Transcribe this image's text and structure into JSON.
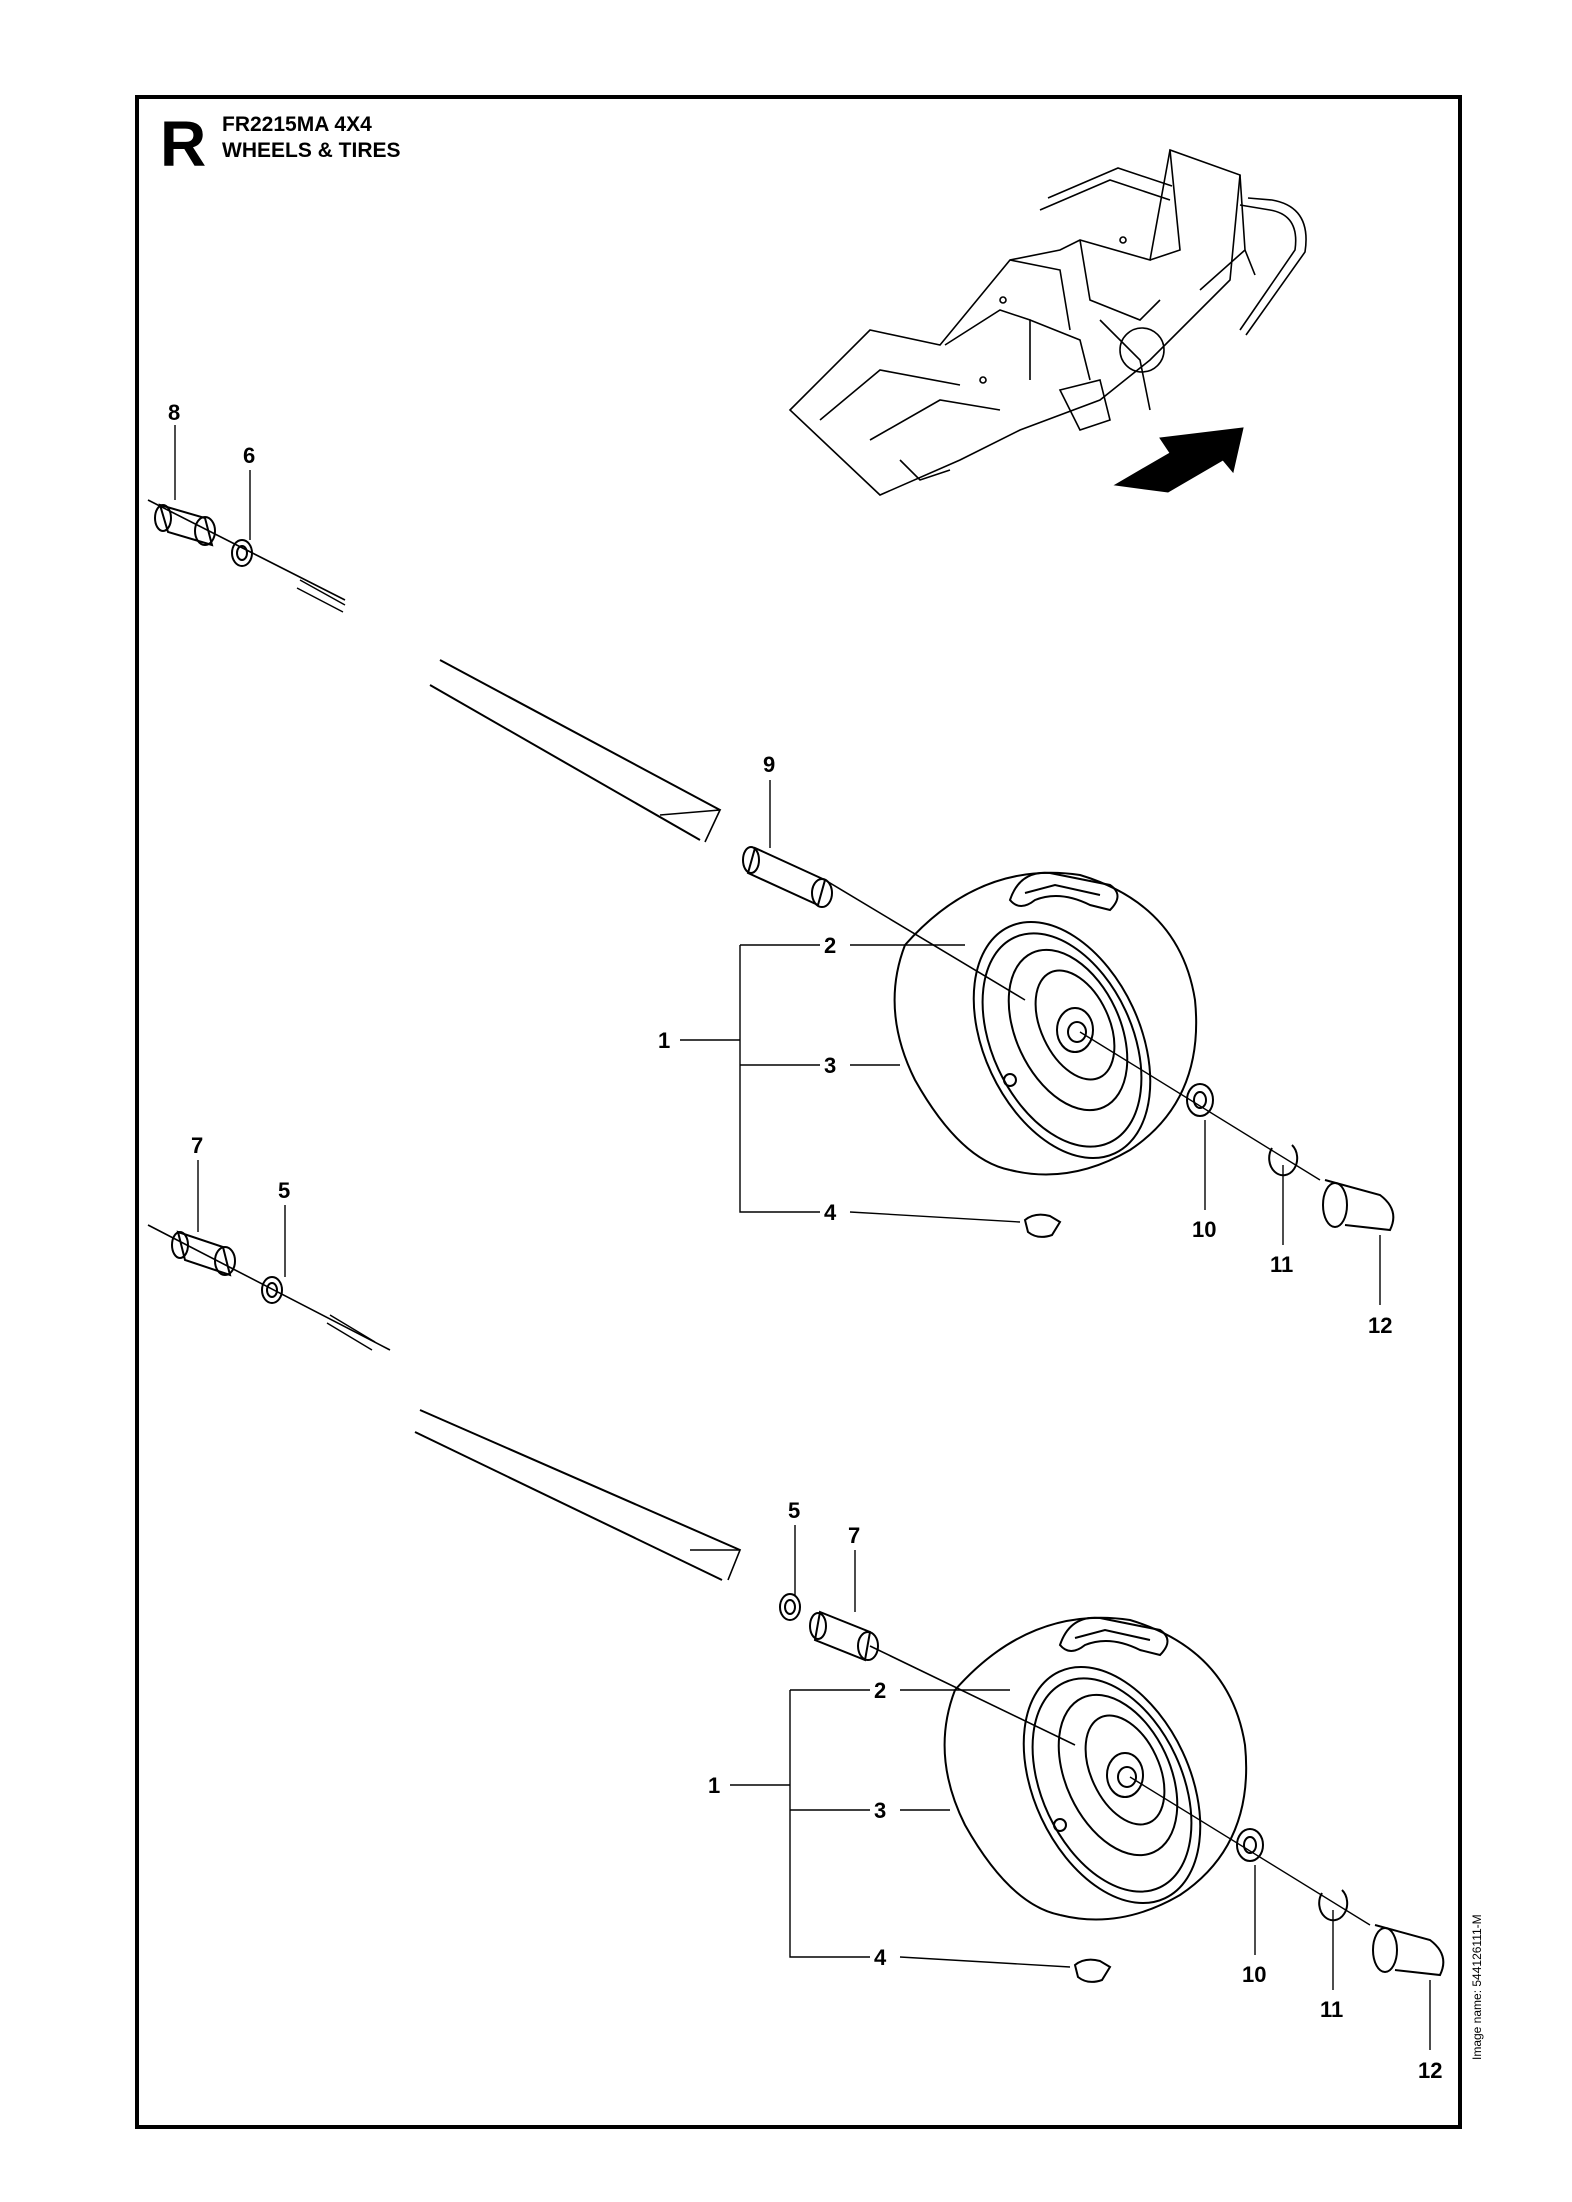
{
  "header": {
    "section_letter": "R",
    "model": "FR2215MA 4X4",
    "subtitle": "WHEELS & TIRES"
  },
  "image_name": "Image name: 544126111-M",
  "callouts": {
    "top_assembly": {
      "c8": "8",
      "c6": "6",
      "c9": "9",
      "c2": "2",
      "c3": "3",
      "c1": "1",
      "c4": "4",
      "c10": "10",
      "c11": "11",
      "c12": "12"
    },
    "bottom_assembly": {
      "c7a": "7",
      "c5a": "5",
      "c5b": "5",
      "c7b": "7",
      "c2": "2",
      "c3": "3",
      "c1": "1",
      "c4": "4",
      "c10": "10",
      "c11": "11",
      "c12": "12"
    }
  }
}
